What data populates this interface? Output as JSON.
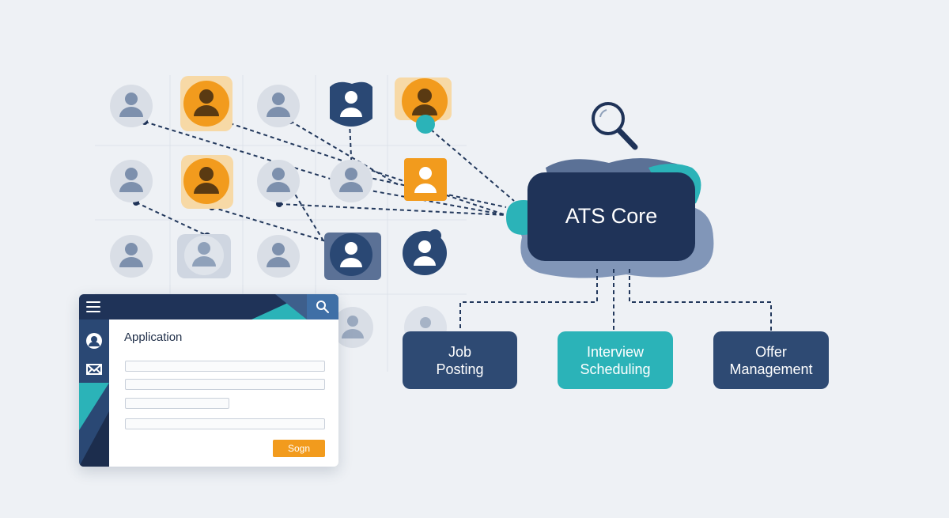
{
  "diagram": {
    "core_label": "ATS Core",
    "modules": [
      {
        "lines": [
          "Job",
          "Posting"
        ]
      },
      {
        "lines": [
          "Interview",
          "Scheduling"
        ]
      },
      {
        "lines": [
          "Offer",
          "Management"
        ]
      }
    ]
  },
  "application_form": {
    "title": "Application",
    "submit_label": "Sogn",
    "field_count": 4
  },
  "icons": {
    "menu": "menu-icon",
    "search": "search-icon",
    "magnifier": "magnifier-icon",
    "user": "user-icon",
    "mail": "mail-icon",
    "candidate": "person-icon"
  },
  "colors": {
    "background": "#eef1f5",
    "navy": "#1f3358",
    "teal": "#2bb3b8",
    "orange": "#f29b1d",
    "gray_avatar": "#d9dee6",
    "slate": "#3f5577"
  }
}
